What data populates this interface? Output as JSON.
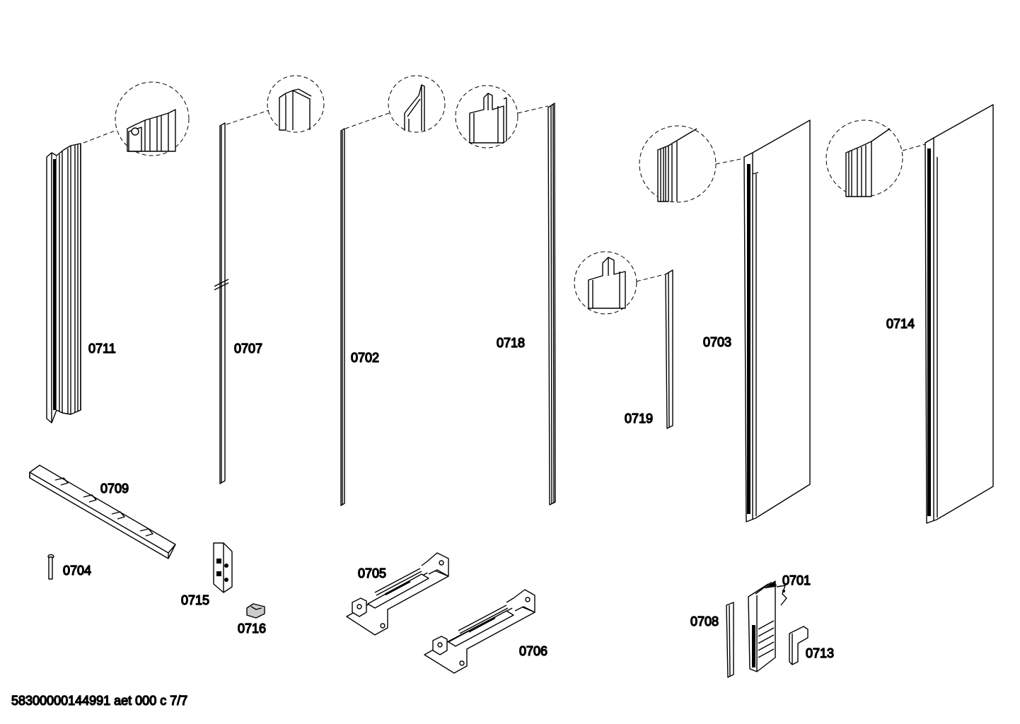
{
  "diagram": {
    "labels": {
      "p0711": "0711",
      "p0707": "0707",
      "p0702": "0702",
      "p0718": "0718",
      "p0719": "0719",
      "p0703": "0703",
      "p0714": "0714",
      "p0709": "0709",
      "p0704": "0704",
      "p0715": "0715",
      "p0716": "0716",
      "p0705": "0705",
      "p0706": "0706",
      "p0701": "0701",
      "p0708": "0708",
      "p0713": "0713"
    },
    "footer": "58300000144991 aet 000 c 7/7"
  }
}
